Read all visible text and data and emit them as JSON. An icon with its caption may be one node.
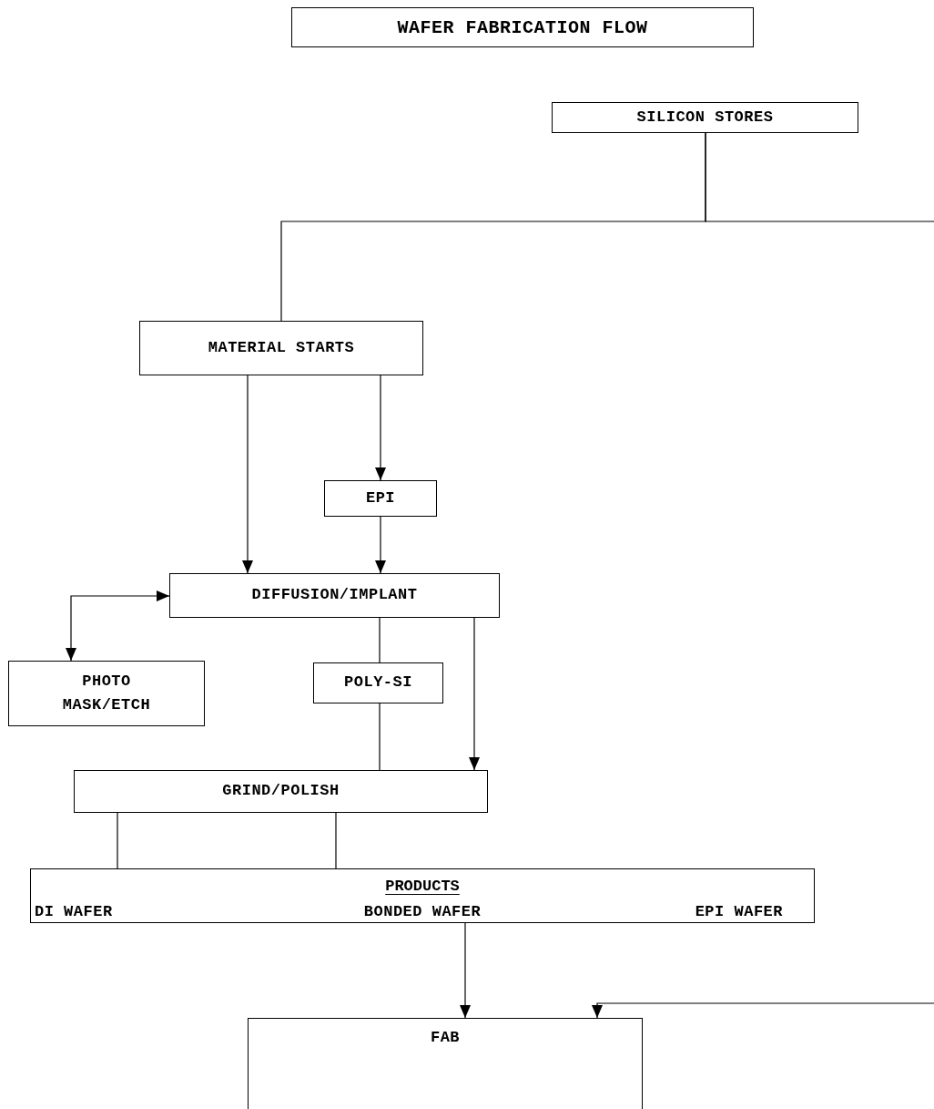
{
  "diagram": {
    "nodes": [
      {
        "text": [
          "WAFER FABRICATION FLOW"
        ]
      },
      {
        "text": [
          "SILICON STORES"
        ]
      },
      {
        "text": [
          "MATERIAL STARTS"
        ]
      },
      {
        "text": [
          "EPI"
        ]
      },
      {
        "text": [
          "DIFFUSION/IMPLANT"
        ]
      },
      {
        "text": [
          "PHOTO MASK/ETCH"
        ]
      },
      {
        "text": [
          "POLY-SI"
        ]
      },
      {
        "text": [
          "GRIND/POLISH"
        ]
      },
      {
        "text": [
          "PRODUCTS",
          "DI WAFER",
          "BONDED WAFER",
          "EPI WAFER"
        ]
      },
      {
        "text": [
          "FAB"
        ]
      }
    ],
    "edges": [
      {
        "from": 1,
        "to": 2,
        "arrow": "none"
      },
      {
        "from": 1,
        "to": null,
        "arrow": "none"
      },
      {
        "from": null,
        "to": 9,
        "arrow": "to"
      },
      {
        "from": 2,
        "to": 4,
        "arrow": "to"
      },
      {
        "from": 2,
        "to": 3,
        "arrow": "to"
      },
      {
        "from": 3,
        "to": 4,
        "arrow": "to"
      },
      {
        "from": 5,
        "to": 4,
        "arrow": "both"
      },
      {
        "from": 4,
        "to": 6,
        "arrow": "none"
      },
      {
        "from": 6,
        "to": 7,
        "arrow": "none"
      },
      {
        "from": 4,
        "to": 7,
        "arrow": "to"
      },
      {
        "from": 7,
        "to": 8,
        "arrow": "none"
      },
      {
        "from": 7,
        "to": 8,
        "arrow": "none"
      },
      {
        "from": 8,
        "to": 9,
        "arrow": "to"
      }
    ]
  }
}
